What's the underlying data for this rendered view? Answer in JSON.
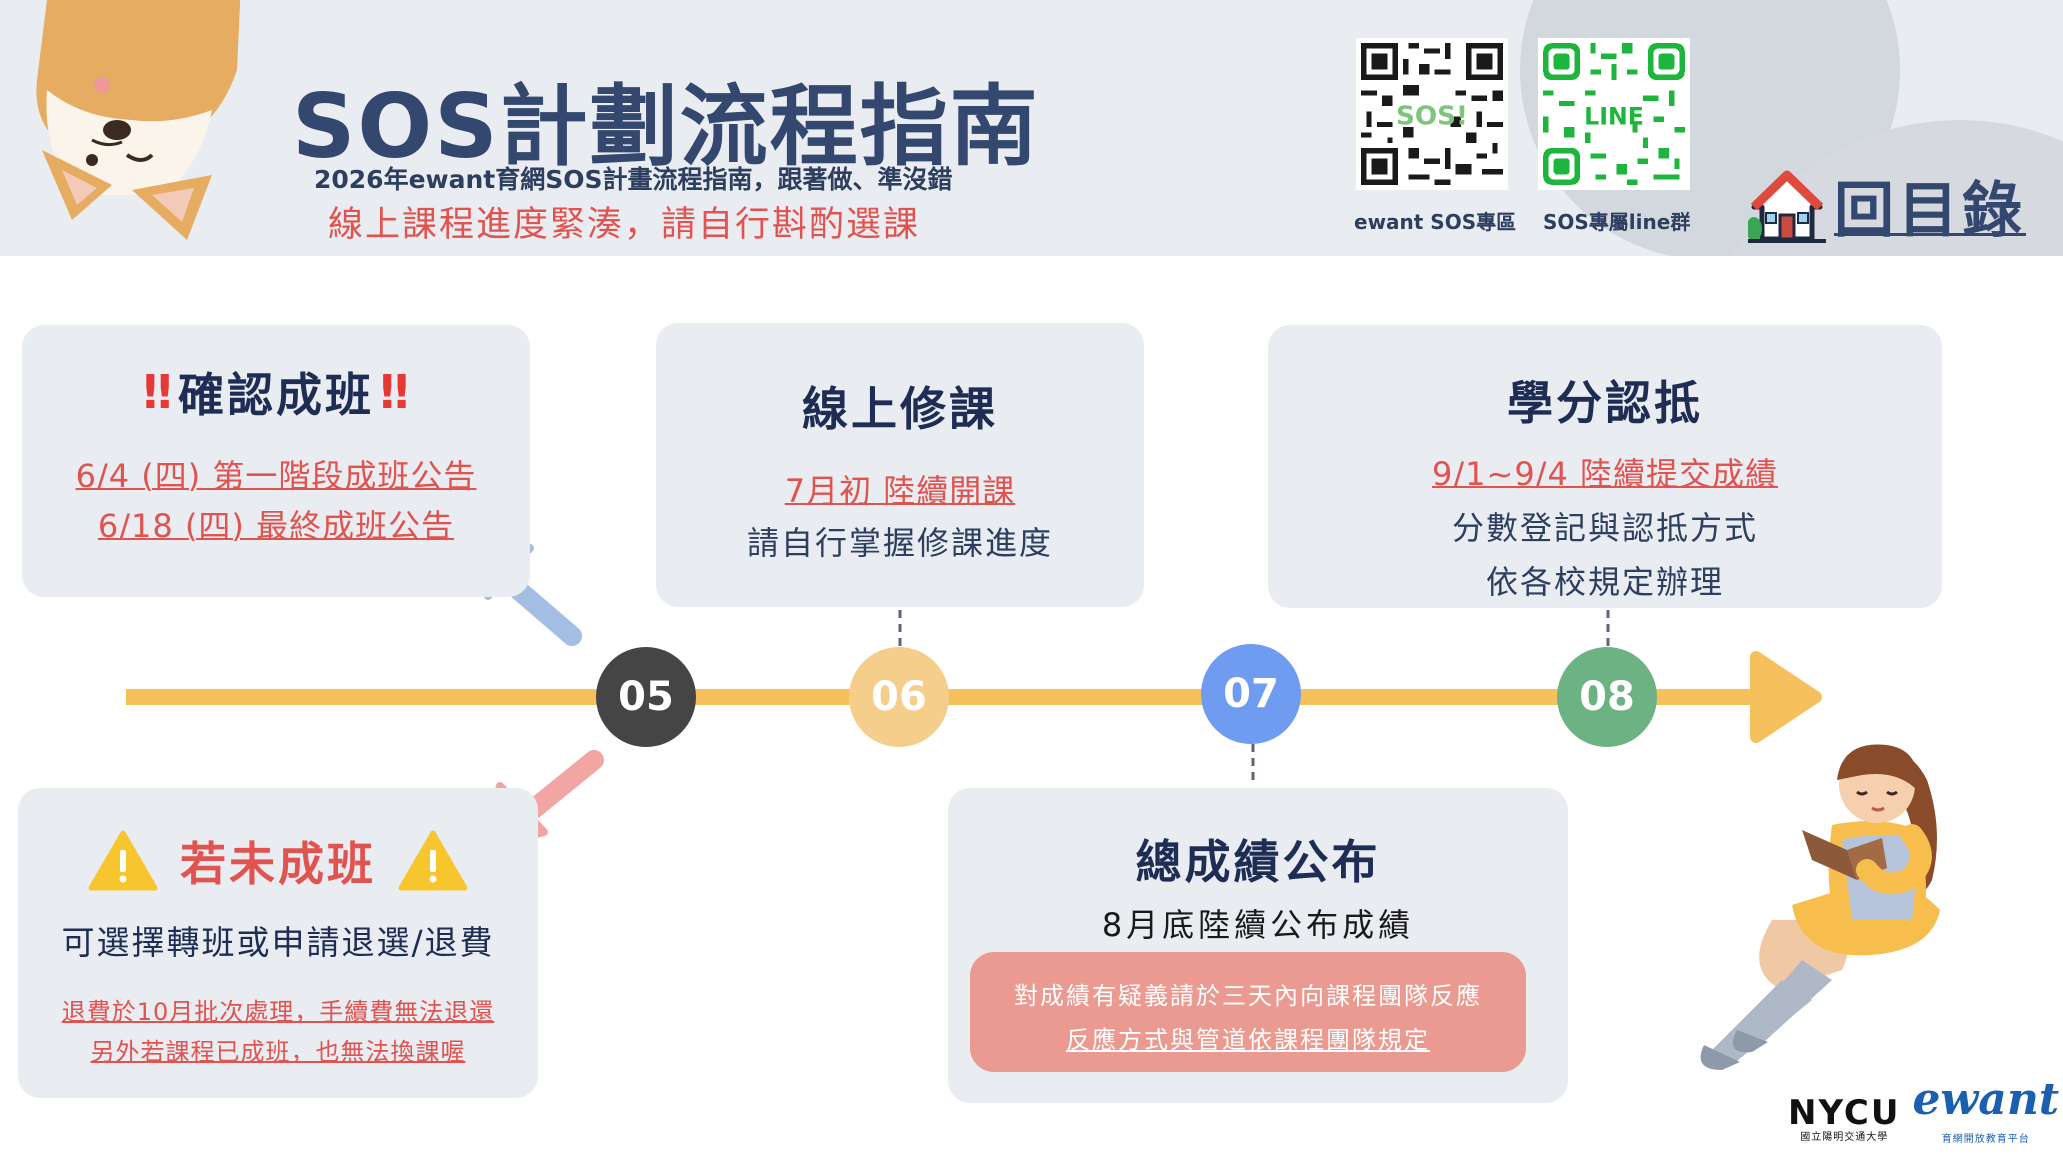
{
  "header": {
    "title": "SOS計劃流程指南",
    "subtitle": "2026年ewant育網SOS計畫流程指南，跟著做、準沒錯",
    "warning": "線上課程進度緊湊，請自行斟酌選課",
    "qr_codes": [
      {
        "label": "ewant SOS專區",
        "center_text": "SOS!",
        "color": "#1a1a1a"
      },
      {
        "label": "SOS專屬line群",
        "center_text": "LINE",
        "color": "#1db53b"
      }
    ],
    "toc": {
      "label": "回目錄",
      "icon": "house-icon"
    }
  },
  "cards": {
    "confirm": {
      "title": "確認成班",
      "lines": [
        "6/4 (四) 第一階段成班公告",
        "6/18  (四) 最終成班公告"
      ]
    },
    "online": {
      "title": "線上修課",
      "link": "7月初 陸續開課",
      "note": "請自行掌握修課進度"
    },
    "credit": {
      "title": "學分認抵",
      "link": "9/1~9/4 陸續提交成績",
      "notes": [
        "分數登記與認抵方式",
        "依各校規定辦理"
      ]
    },
    "not_formed": {
      "title": "若未成班",
      "desc": "可選擇轉班或申請退選/退費",
      "lines": [
        "退費於10月批次處理，手續費無法退還",
        "另外若課程已成班，也無法換課喔"
      ]
    },
    "grades": {
      "title": "總成績公布",
      "desc": "8月底陸續公布成績",
      "box_lines": [
        "對成績有疑義請於三天內向課程團隊反應",
        "反應方式與管道依課程團隊規定"
      ]
    }
  },
  "timeline": {
    "months": [
      "05",
      "06",
      "07",
      "08"
    ],
    "colors": {
      "05": "#454545",
      "06": "#f4ce8a",
      "07": "#6f9cf1",
      "08": "#6db283",
      "axis": "#f6c15c"
    }
  },
  "footer": {
    "nycu": "NYCU",
    "nycu_sub": "國立陽明交通大學",
    "ewant": "ewant",
    "ewant_sub": "育網開放教育平台"
  },
  "colors": {
    "accent_red": "#e0534f",
    "navy": "#34476e",
    "card_bg": "#e9ecf1"
  }
}
